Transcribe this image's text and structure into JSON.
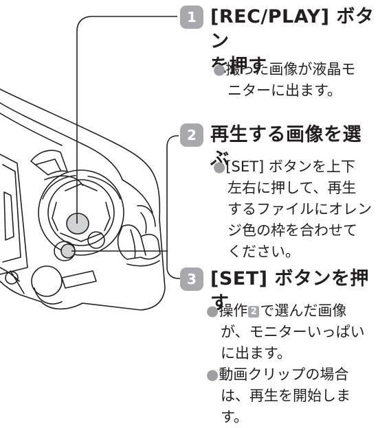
{
  "steps": [
    {
      "number": "1",
      "title_line1": "[REC/PLAY] ボタン",
      "title_line2": "を押す",
      "bullets": [
        {
          "line1": "撮った画像が液晶モ",
          "line2": "ニターに出ます。"
        }
      ]
    },
    {
      "number": "2",
      "title": "再生する画像を選ぶ",
      "bullets": [
        {
          "line1": "[SET] ボタンを上下",
          "line2": "左右に押して、再生",
          "line3": "するファイルにオレン",
          "line4": "ジ色の枠を合わせて",
          "line5": "ください。"
        }
      ]
    },
    {
      "number": "3",
      "title": "[SET] ボタンを押す",
      "bullets": [
        {
          "prefix": "操作",
          "ref": "2",
          "suffix": "で選んだ画像",
          "line2": "が、モニターいっぱい",
          "line3": "に出ます。"
        },
        {
          "line1": "動画クリップの場合",
          "line2": "は、再生を開始しま",
          "line3": "す。"
        }
      ]
    }
  ],
  "bullet_symbol": "●",
  "colors": {
    "badge": "#a7a9ac",
    "text": "#231f20",
    "line": "#231f20"
  }
}
